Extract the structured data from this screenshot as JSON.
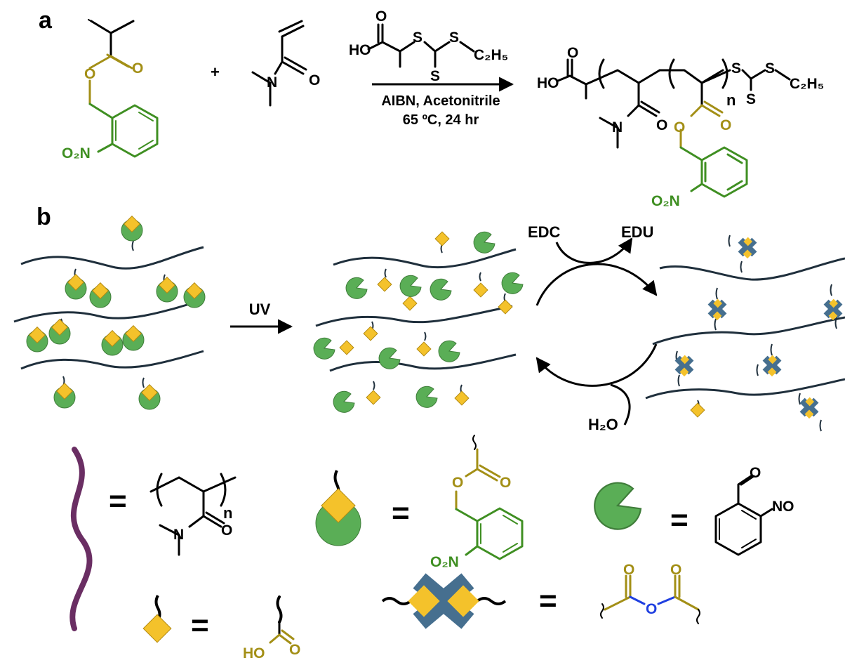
{
  "panels": {
    "a": "a",
    "b": "b"
  },
  "scheme_a": {
    "plus": "+",
    "monomer1": {
      "o": "O",
      "nitro": "O₂N"
    },
    "monomer2": {
      "n": "N",
      "o": "O"
    },
    "cta": {
      "ho": "HO",
      "o": "O",
      "s1": "S",
      "s2": "S",
      "s3": "S",
      "ethyl": "C₂H₅"
    },
    "conditions": {
      "line1": "AIBN, Acetonitrile",
      "line2": "65 ºC, 24 hr"
    },
    "product": {
      "ho": "HO",
      "o_top": "O",
      "n_sub": "n",
      "s1": "S",
      "s2": "S",
      "s3": "S",
      "ethyl": "C₂H₅",
      "n_amide": "N",
      "o_amide": "O",
      "o_ester": "O",
      "o_carbonyl": "O",
      "nitro": "O₂N"
    }
  },
  "scheme_b": {
    "uv": "UV",
    "edc": "EDC",
    "edu": "EDU",
    "water": "H₂O"
  },
  "legend": {
    "equals": "=",
    "polymer_n": "n",
    "polymer_amide_n": "N",
    "polymer_amide_o": "O",
    "ester_o1": "O",
    "ester_o2": "O",
    "ester_nitro": "O₂N",
    "nitroso_aldehyde_o": "O",
    "nitroso_group": "NO",
    "acid_ho": "HO",
    "acid_o": "O",
    "anhydride_o1": "O",
    "anhydride_o2": "O",
    "anhydride_bridge_o": "O"
  },
  "colors": {
    "ink": "#000000",
    "chain": "#1f2f3c",
    "olive": "#a38f16",
    "green_bond": "#3f8f22",
    "green_fill": "#5aae56",
    "diamond_fill": "#f4c22b",
    "cross_fill": "#466f8f",
    "purple": "#6a2e63",
    "blue_o": "#1f3fe0"
  }
}
